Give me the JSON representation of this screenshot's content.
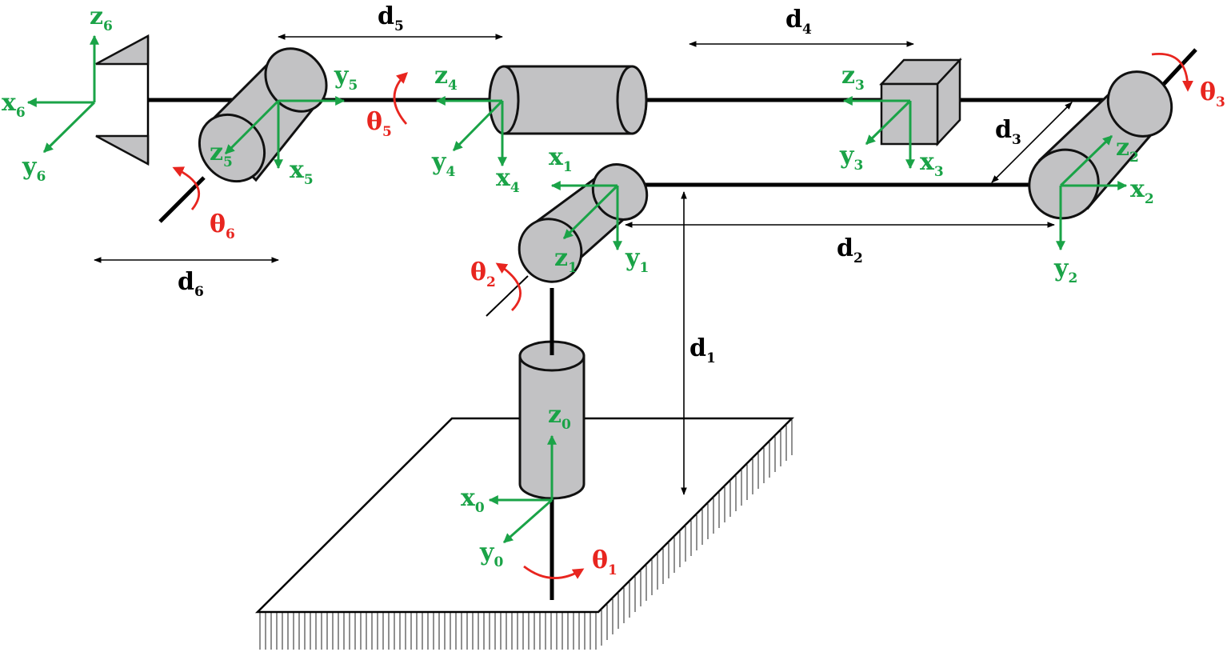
{
  "colors": {
    "axis": "#1aa347",
    "rotation": "#e8251f",
    "dimension": "#000000",
    "body_fill": "#c2c2c4"
  },
  "frames": [
    {
      "id": "0",
      "x": "x",
      "y": "y",
      "z": "z",
      "sub": "0"
    },
    {
      "id": "1",
      "x": "x",
      "y": "y",
      "z": "z",
      "sub": "1"
    },
    {
      "id": "2",
      "x": "x",
      "y": "y",
      "z": "z",
      "sub": "2"
    },
    {
      "id": "3",
      "x": "x",
      "y": "y",
      "z": "z",
      "sub": "3"
    },
    {
      "id": "4",
      "x": "x",
      "y": "y",
      "z": "z",
      "sub": "4"
    },
    {
      "id": "5",
      "x": "x",
      "y": "y",
      "z": "z",
      "sub": "5"
    },
    {
      "id": "6",
      "x": "x",
      "y": "y",
      "z": "z",
      "sub": "6"
    }
  ],
  "joint_angles": [
    {
      "symbol": "θ",
      "sub": "1"
    },
    {
      "symbol": "θ",
      "sub": "2"
    },
    {
      "symbol": "θ",
      "sub": "3"
    },
    {
      "symbol": "θ",
      "sub": "5"
    },
    {
      "symbol": "θ",
      "sub": "6"
    }
  ],
  "distances": [
    {
      "symbol": "d",
      "sub": "1"
    },
    {
      "symbol": "d",
      "sub": "2"
    },
    {
      "symbol": "d",
      "sub": "3"
    },
    {
      "symbol": "d",
      "sub": "4"
    },
    {
      "symbol": "d",
      "sub": "5"
    },
    {
      "symbol": "d",
      "sub": "6"
    }
  ]
}
